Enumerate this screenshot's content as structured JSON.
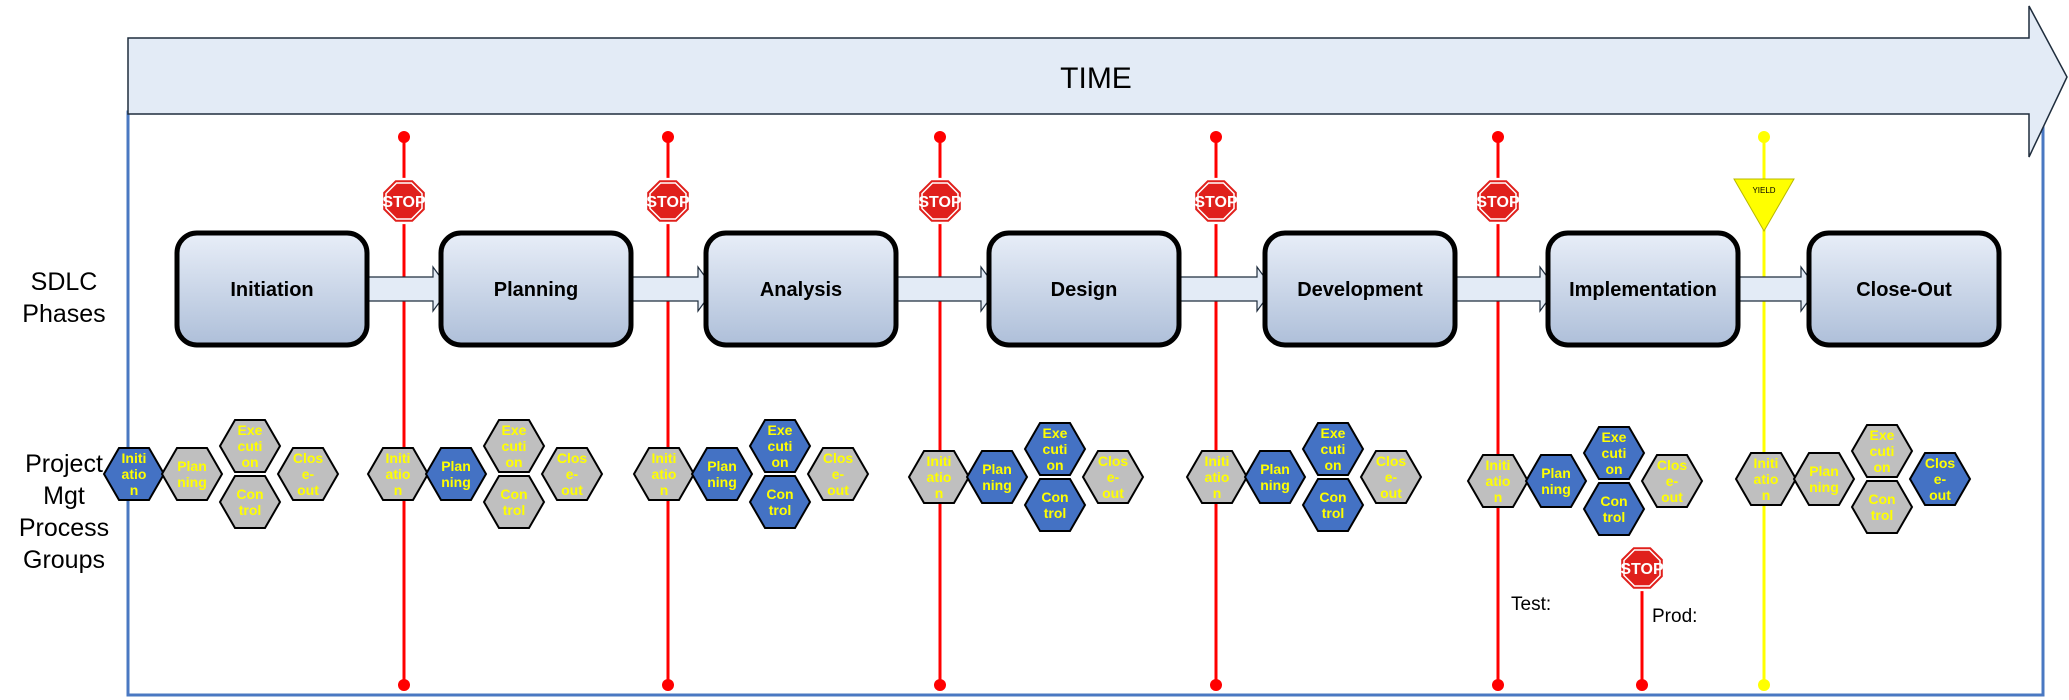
{
  "timeline": {
    "label": "TIME"
  },
  "row_labels": {
    "sdlc": [
      "SDLC",
      "Phases"
    ],
    "pm": [
      "Project",
      "Mgt",
      "Process",
      "Groups"
    ]
  },
  "phases": [
    {
      "label": "Initiation",
      "gate_after": "stop"
    },
    {
      "label": "Planning",
      "gate_after": "stop"
    },
    {
      "label": "Analysis",
      "gate_after": "stop"
    },
    {
      "label": "Design",
      "gate_after": "stop"
    },
    {
      "label": "Development",
      "gate_after": "stop"
    },
    {
      "label": "Implementation",
      "gate_after": "yield"
    },
    {
      "label": "Close-Out",
      "gate_after": null
    }
  ],
  "sign_text": {
    "stop": "STOP",
    "yield": "YIELD"
  },
  "process_groups": {
    "labels": {
      "initiation": [
        "Initi",
        "atio",
        "n"
      ],
      "planning": [
        "Plan",
        "ning"
      ],
      "execution": [
        "Exe",
        "cuti",
        "on"
      ],
      "control": [
        "Con",
        "trol"
      ],
      "closeout": [
        "Clos",
        "e-",
        "out"
      ]
    },
    "active_per_phase": [
      [
        "initiation"
      ],
      [
        "planning"
      ],
      [
        "execution",
        "control",
        "planning"
      ],
      [
        "execution",
        "control",
        "planning"
      ],
      [
        "execution",
        "control",
        "planning"
      ],
      [
        "execution",
        "control",
        "planning"
      ],
      [
        "closeout"
      ]
    ]
  },
  "notes": {
    "test": "Test:",
    "prod": "Prod:"
  },
  "colors": {
    "active_hex": "#4472c4",
    "inactive_hex": "#bfbfbf",
    "hex_text": "#ffff00",
    "stop_red": "#e0201c",
    "gate_red": "#ff0000",
    "yield_yellow": "#ffff00",
    "arrow_fill": "#e3ebf6",
    "arrow_stroke": "#1f2d3d",
    "frame_blue": "#4a78c2"
  }
}
